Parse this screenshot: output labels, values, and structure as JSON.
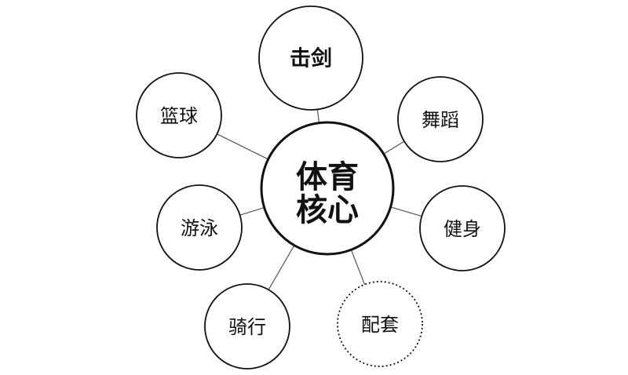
{
  "center": {
    "lines": [
      "体育",
      "核心"
    ]
  },
  "nodes": [
    {
      "id": "fencing",
      "label": "击剑",
      "bold": true,
      "dashed": false
    },
    {
      "id": "dance",
      "label": "舞蹈",
      "bold": false,
      "dashed": false
    },
    {
      "id": "fitness",
      "label": "健身",
      "bold": false,
      "dashed": false
    },
    {
      "id": "supporting",
      "label": "配套",
      "bold": false,
      "dashed": true
    },
    {
      "id": "cycling",
      "label": "骑行",
      "bold": false,
      "dashed": false
    },
    {
      "id": "swimming",
      "label": "游泳",
      "bold": false,
      "dashed": false
    },
    {
      "id": "basketball",
      "label": "篮球",
      "bold": false,
      "dashed": false
    }
  ],
  "colors": {
    "stroke": "#111111",
    "connector": "#555555",
    "fill": "#ffffff",
    "text": "#111111"
  }
}
